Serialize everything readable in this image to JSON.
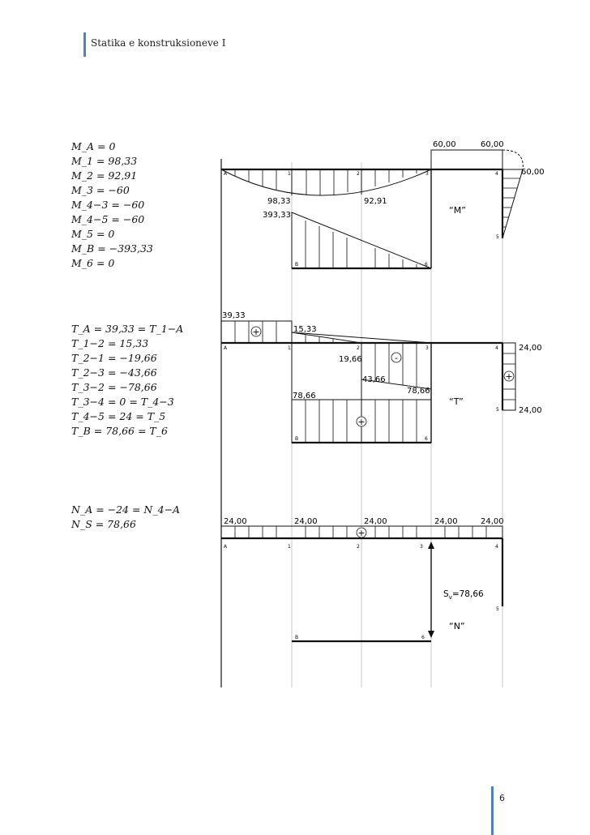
{
  "header": {
    "title": "Statika e konstruksioneve I"
  },
  "page_number": "6",
  "moment_equations": [
    "M_A = 0",
    "M_1 = 98,33",
    "M_2 = 92,91",
    "M_3 = −60",
    "M_4−3 = −60",
    "M_4−5 = −60",
    "M_5 = 0",
    "M_B = −393,33",
    "M_6 = 0"
  ],
  "shear_equations": [
    "T_A = 39,33 = T_1−A",
    "T_1−2 = 15,33",
    "T_2−1 = −19,66",
    "T_2−3 = −43,66",
    "T_3−2 = −78,66",
    "T_3−4 = 0 = T_4−3",
    "T_4−5 = 24 = T_5",
    "T_B = 78,66 = T_6"
  ],
  "normal_equations": [
    "N_A = −24 = N_4−A",
    "N_S = 78,66"
  ],
  "node_labels": {
    "A": "A",
    "n1": "1",
    "n2": "2",
    "n3": "3",
    "n4": "4",
    "n5": "5",
    "B": "B",
    "n6": "6"
  },
  "moment_diagram": {
    "name": "“M”",
    "label_60_left": "60,00",
    "label_60_right": "60,00",
    "label_60_col": "60,00",
    "label_98": "98,33",
    "label_9291": "92,91",
    "label_393": "393,33"
  },
  "shear_diagram": {
    "name": "“T”",
    "label_3933": "39,33",
    "label_1533": "15,33",
    "label_1966": "19,66",
    "label_4366": "43,66",
    "label_7866_right": "78,66",
    "label_7866_left": "78,66",
    "label_24_top": "24,00",
    "label_24_bottom": "24,00",
    "plus": "+",
    "minus": "-"
  },
  "normal_diagram": {
    "name": "“N”",
    "labels_24": [
      "24,00",
      "24,00",
      "24,00",
      "24,00",
      "24,00"
    ],
    "tie_force": "S",
    "tie_force_sub": "v",
    "tie_force_value": "=78,66",
    "plus": "+"
  }
}
